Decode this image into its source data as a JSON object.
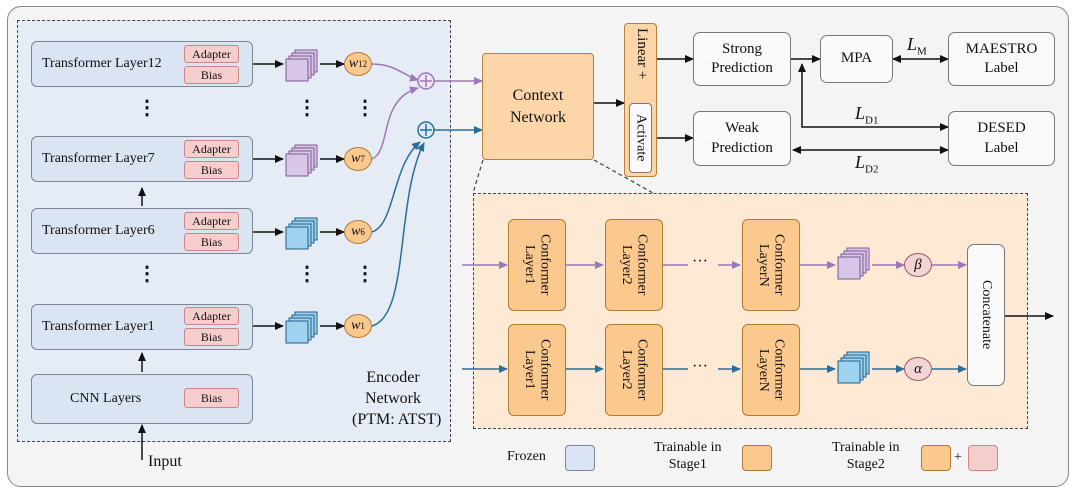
{
  "encoder": {
    "layers": {
      "layer12": "Transformer Layer12",
      "layer7": "Transformer Layer7",
      "layer6": "Transformer Layer6",
      "layer1": "Transformer Layer1",
      "cnn": "CNN Layers"
    },
    "adapter": "Adapter",
    "bias": "Bias",
    "caption_line1": "Encoder",
    "caption_line2": "Network",
    "caption_line3": "(PTM: ATST)",
    "input": "Input",
    "dots": "⋮"
  },
  "weights": {
    "w12": "w",
    "w12_sub": "12",
    "w7": "w",
    "w7_sub": "7",
    "w6": "w",
    "w6_sub": "6",
    "w1": "w",
    "w1_sub": "1"
  },
  "context": {
    "line1": "Context",
    "line2": "Network"
  },
  "linear": {
    "label": "Linear + ",
    "activate": "Activate"
  },
  "strong": {
    "line1": "Strong",
    "line2": "Prediction"
  },
  "weak": {
    "line1": "Weak",
    "line2": "Prediction"
  },
  "mpa": "MPA",
  "maestro": {
    "line1": "MAESTRO",
    "line2": "Label"
  },
  "desed": {
    "line1": "DESED",
    "line2": "Label"
  },
  "losses": {
    "lm": "L",
    "lm_sub": "M",
    "ld1": "L",
    "ld1_sub": "D1",
    "ld2": "L",
    "ld2_sub": "D2"
  },
  "conformer": {
    "layer1": "Conformer Layer1",
    "layer2": "Conformer Layer2",
    "layerN": "Conformer LayerN",
    "ellipsis": "···"
  },
  "beta": "β",
  "alpha": "α",
  "concatenate": "Concatenate",
  "legend": {
    "frozen": "Frozen",
    "stage1": "Trainable in Stage1",
    "stage1_line1": "Trainable in",
    "stage1_line2": "Stage1",
    "stage2_line1": "Trainable in",
    "stage2_line2": "Stage2",
    "plus": "+"
  },
  "colors": {
    "frozen": "#dbe4f3",
    "trainable_stage1": "#fbc88e",
    "trainable_stage2": "#f6cdcd",
    "purple_path": "#9c78b6",
    "blue_path": "#2a6f9a"
  }
}
